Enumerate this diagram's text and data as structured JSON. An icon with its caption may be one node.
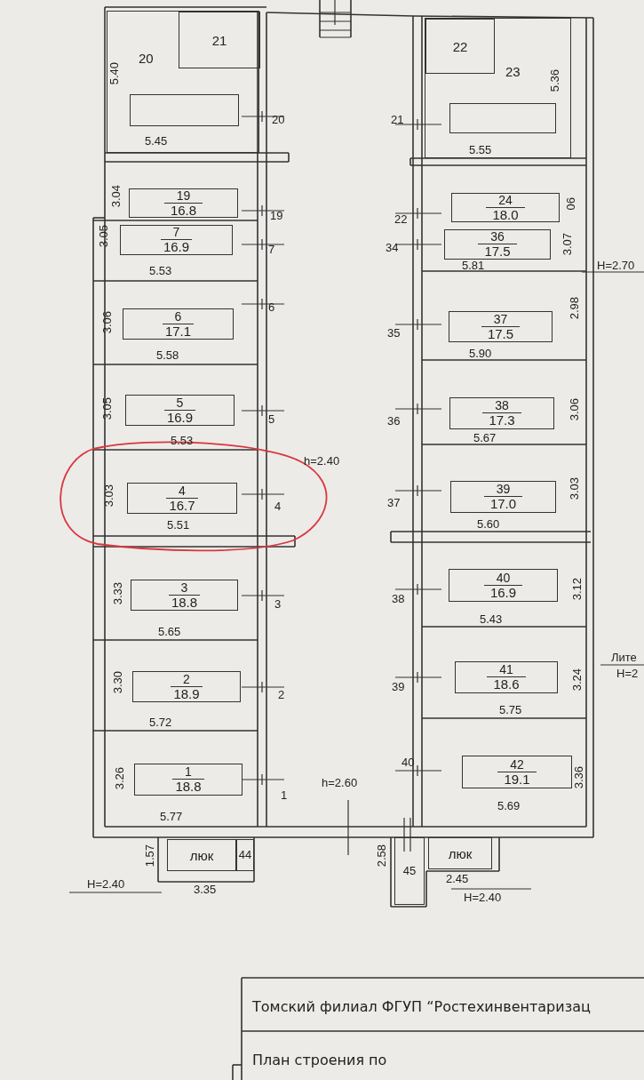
{
  "diagram": {
    "nodes": [
      {
        "text": [
          "20"
        ]
      },
      {
        "text": [
          "21"
        ],
        "in": 0
      },
      {
        "text": [],
        "shape": "box",
        "in": 0
      },
      {
        "text": [
          "23"
        ]
      },
      {
        "text": [
          "22"
        ],
        "in": 3
      },
      {
        "text": [],
        "shape": "box",
        "in": 3
      },
      {
        "text": [
          "19",
          "16.8"
        ]
      },
      {
        "text": [
          "24",
          "18.0"
        ]
      },
      {
        "text": [
          "7",
          "16.9"
        ]
      },
      {
        "text": [
          "36",
          "17.5"
        ]
      },
      {
        "text": [
          "6",
          "17.1"
        ]
      },
      {
        "text": [
          "37",
          "17.5"
        ]
      },
      {
        "text": [
          "5",
          "16.9"
        ]
      },
      {
        "text": [
          "38",
          "17.3"
        ]
      },
      {
        "text": [
          "4",
          "16.7"
        ]
      },
      {
        "text": [
          "39",
          "17.0"
        ]
      },
      {
        "text": [
          "3",
          "18.8"
        ]
      },
      {
        "text": [
          "40",
          "16.9"
        ]
      },
      {
        "text": [
          "2",
          "18.9"
        ]
      },
      {
        "text": [
          "41",
          "18.6"
        ]
      },
      {
        "text": [
          "1",
          "18.8"
        ]
      },
      {
        "text": [
          "42",
          "19.1"
        ]
      },
      {
        "text": [
          "люк"
        ]
      },
      {
        "text": [
          "44"
        ]
      },
      {
        "text": [
          "45"
        ]
      },
      {
        "text": [
          "люк"
        ]
      }
    ],
    "labels": [
      "5.40",
      "5.45",
      "20",
      "21",
      "5.36",
      "5.55",
      "3.04",
      "19",
      "22",
      "06",
      "3.05",
      "7",
      "34",
      "3.07",
      "5.53",
      "5.81",
      "H=2.70",
      "3.06",
      "6",
      "35",
      "2.98",
      "5.58",
      "5.90",
      "3.05",
      "5",
      "36",
      "3.06",
      "5.53",
      "5.67",
      "h=2.40",
      "3.03",
      "4",
      "37",
      "3.03",
      "5.51",
      "5.60",
      "3.33",
      "3",
      "38",
      "3.12",
      "5.65",
      "5.43",
      "3.30",
      "2",
      "39",
      "Лите",
      "H=2",
      "3.24",
      "5.72",
      "5.75",
      "3.26",
      "1",
      "h=2.60",
      "40",
      "3.36",
      "5.77",
      "5.69",
      "1.57",
      "H=2.40",
      "3.35",
      "2.58",
      "2.45",
      "H=2.40",
      "Томский филиал ФГУП “Ростехинвентаризац",
      "План строения по"
    ]
  }
}
